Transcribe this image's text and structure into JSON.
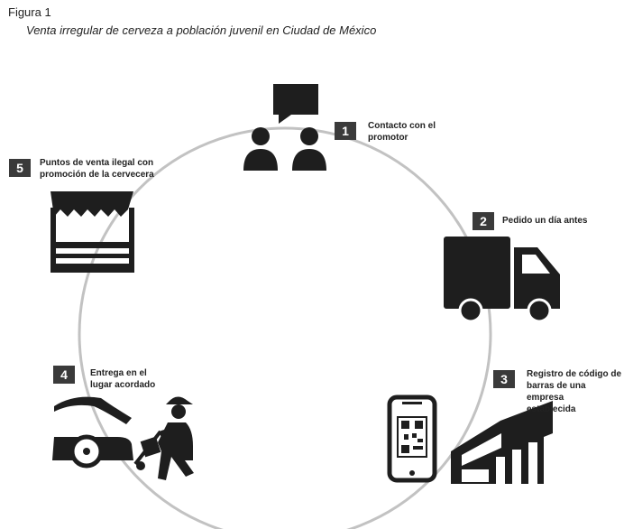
{
  "figure": {
    "label": "Figura 1",
    "title": "Venta irregular de cerveza a población juvenil en Ciudad de México"
  },
  "colors": {
    "circle": "#c2c2c2",
    "icon": "#1e1e1e",
    "badge": "#3a3a3a",
    "badge_text": "#ffffff"
  },
  "steps": [
    {
      "number": "1",
      "text": "Contacto con el\npromotor",
      "icon": "people-chat-icon"
    },
    {
      "number": "2",
      "text": "Pedido un día antes",
      "icon": "delivery-truck-icon"
    },
    {
      "number": "3",
      "text": "Registro de código de\nbarras de una empresa\nestablecida",
      "icon": "qr-phone-store-icon"
    },
    {
      "number": "4",
      "text": "Entrega en el\nlugar acordado",
      "icon": "car-trunk-delivery-icon"
    },
    {
      "number": "5",
      "text": "Puntos de venta ilegal  con\npromoción de la cervecera",
      "icon": "market-stall-icon"
    }
  ]
}
